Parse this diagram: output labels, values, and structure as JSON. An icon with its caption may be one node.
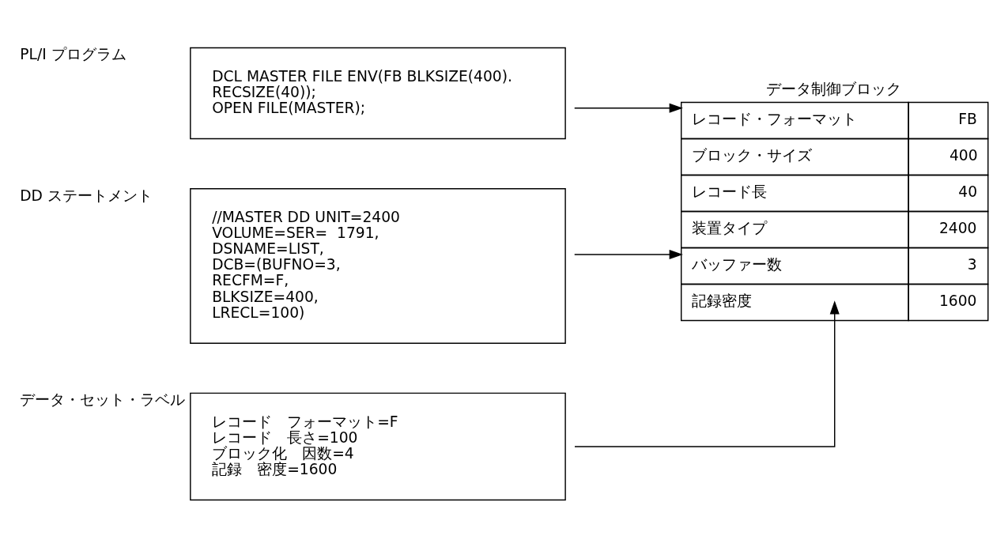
{
  "diagram": {
    "nodes": [
      {
        "text": [
          "PL/I プログラム",
          "DCL MASTER FILE ENV(FB BLKSIZE(400).",
          "RECSIZE(40));",
          "OPEN FILE(MASTER);"
        ]
      },
      {
        "text": [
          "DD ステートメント",
          "//MASTER DD UNIT=2400",
          "VOLUME=SER=  1791,",
          "DSNAME=LIST,",
          "DCB=(BUFNO=3,",
          "RECFM=F,",
          "BLKSIZE=400,",
          "LRECL=100)"
        ]
      },
      {
        "text": [
          "データ・セット・ラベル",
          "レコード　フォーマット=F",
          "レコード　長さ=100",
          "ブロック化　因数=4",
          "記録　密度=1600"
        ]
      },
      {
        "text": [
          "データ制御ブロック",
          "レコード・フォーマット",
          "FB",
          "ブロック・サイズ",
          "400",
          "レコード長",
          "40",
          "装置タイプ",
          "2400",
          "バッファー数",
          "3",
          "記録密度",
          "1600"
        ]
      }
    ],
    "edges": [
      {
        "from": 0,
        "to": 3,
        "arrow": "to"
      },
      {
        "from": 1,
        "to": 3,
        "arrow": "to"
      },
      {
        "from": 2,
        "to": 3,
        "arrow": "to"
      }
    ]
  }
}
